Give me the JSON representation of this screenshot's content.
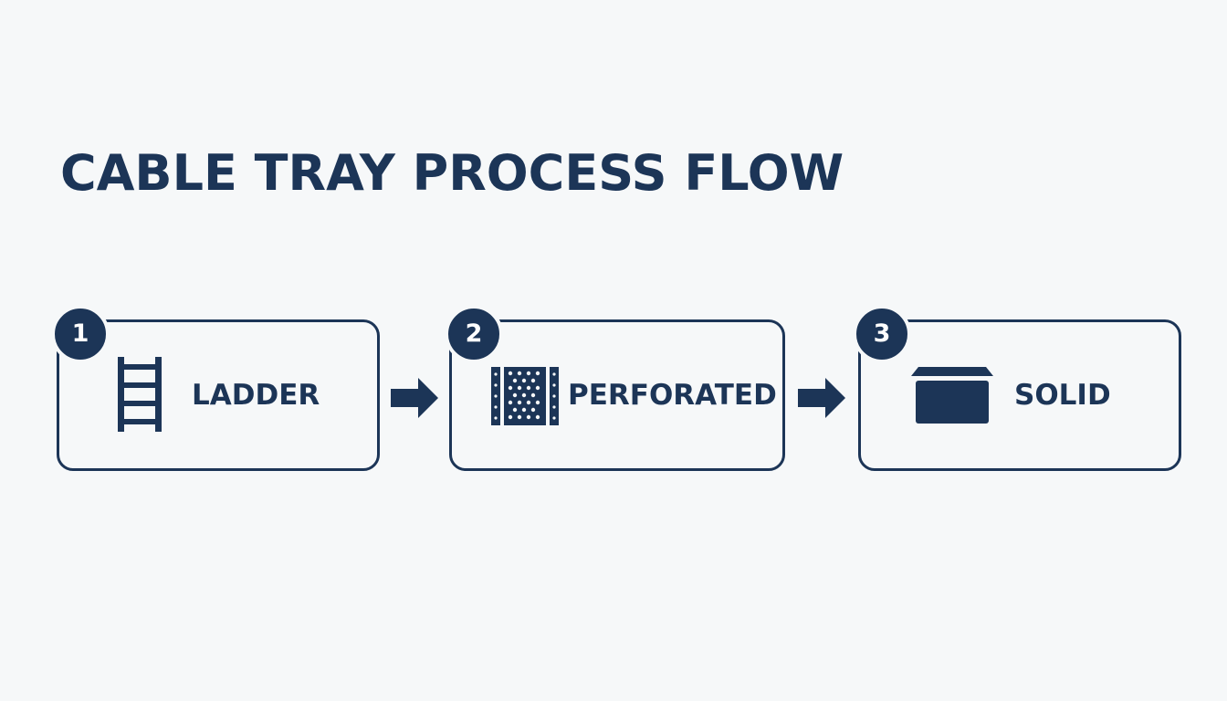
{
  "title": "CABLE TRAY PROCESS FLOW",
  "colors": {
    "primary": "#1c3557",
    "background": "#f6f8f9"
  },
  "steps": [
    {
      "number": "1",
      "label": "LADDER",
      "icon": "ladder-icon"
    },
    {
      "number": "2",
      "label": "PERFORATED",
      "icon": "perforated-tray-icon"
    },
    {
      "number": "3",
      "label": "SOLID",
      "icon": "solid-tray-icon"
    }
  ],
  "connectors": [
    "arrow-right-icon",
    "arrow-right-icon"
  ]
}
